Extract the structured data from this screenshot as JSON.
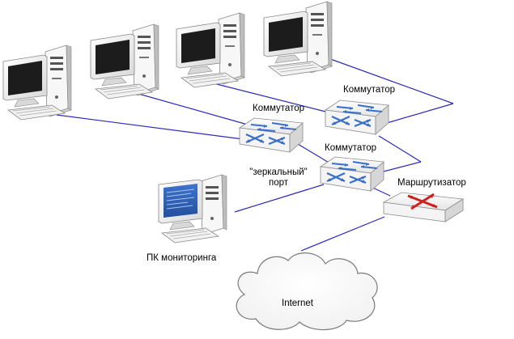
{
  "labels": {
    "switch_top_right": "Коммутатор",
    "switch_middle_left": "Коммутатор",
    "switch_middle_right": "Коммутатор",
    "mirror_port_line1": "\"зеркальный\"",
    "mirror_port_line2": "порт",
    "router": "Маршрутизатор",
    "monitoring_pc": "ПК мониторинга",
    "internet": "Internet"
  },
  "colors": {
    "cable": "#2a2ab8",
    "monitor_screen": "#1c1c1c",
    "monitoring_screen": "#2b5fb8",
    "switch_arrow": "#3a6fc8",
    "router_x": "#d02020",
    "case": "#ececec"
  }
}
